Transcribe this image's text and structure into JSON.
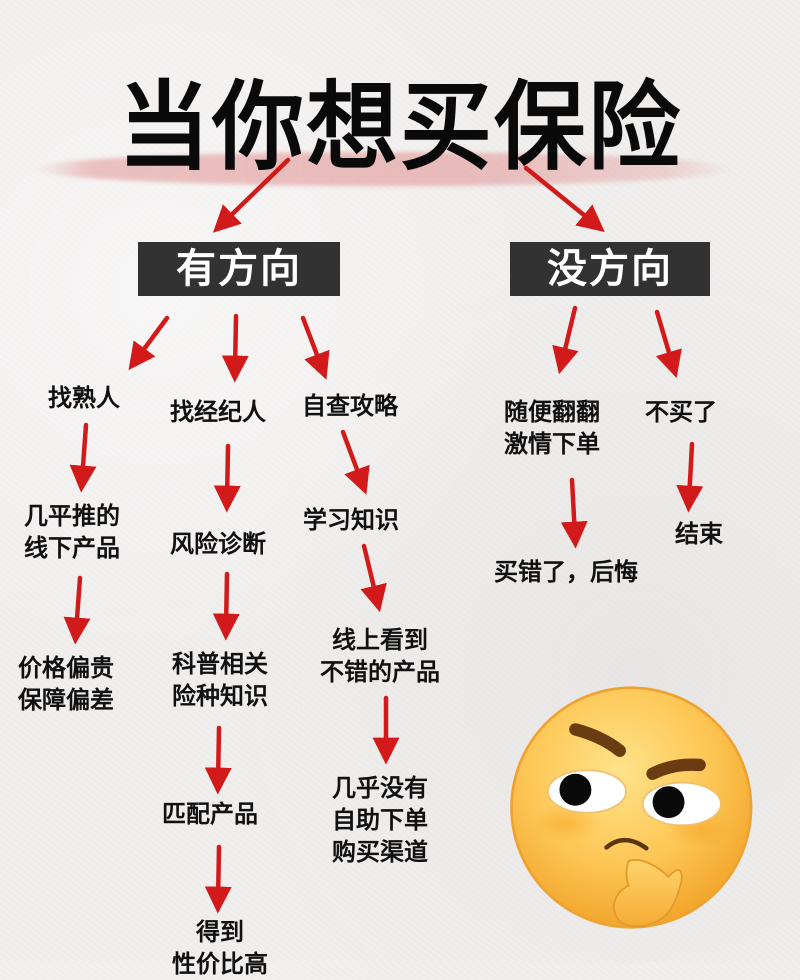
{
  "title": "当你想买保险",
  "colors": {
    "background": "#f1efee",
    "arrow": "#d31a1a",
    "box_fill": "#333232",
    "box_text": "#ffffff",
    "brush": "#e29696"
  },
  "branches": {
    "left": {
      "label": "有方向",
      "paths": [
        {
          "name": "找熟人",
          "steps": [
            "找熟人",
            "几平推的\n线下产品",
            "价格偏贵\n保障偏差"
          ]
        },
        {
          "name": "找经纪人",
          "steps": [
            "找经纪人",
            "风险诊断",
            "科普相关\n险种知识",
            "匹配产品",
            "得到\n性价比高"
          ]
        },
        {
          "name": "自查攻略",
          "steps": [
            "自查攻略",
            "学习知识",
            "线上看到\n不错的产品",
            "几乎没有\n自助下单\n购买渠道"
          ]
        }
      ]
    },
    "right": {
      "label": "没方向",
      "paths": [
        {
          "name": "随便翻翻",
          "steps": [
            "随便翻翻\n激情下单",
            "买错了，后悔"
          ]
        },
        {
          "name": "不买了",
          "steps": [
            "不买了",
            "结束"
          ]
        }
      ]
    }
  },
  "nodes": {
    "a1": "找熟人",
    "a2_l1": "几平推的",
    "a2_l2": "线下产品",
    "a3_l1": "价格偏贵",
    "a3_l2": "保障偏差",
    "b1": "找经纪人",
    "b2": "风险诊断",
    "b3_l1": "科普相关",
    "b3_l2": "险种知识",
    "b4": "匹配产品",
    "b5_l1": "得到",
    "b5_l2": "性价比高",
    "c1": "自查攻略",
    "c2": "学习知识",
    "c3_l1": "线上看到",
    "c3_l2": "不错的产品",
    "c4_l1": "几乎没有",
    "c4_l2": "自助下单",
    "c4_l3": "购买渠道",
    "d1_l1": "随便翻翻",
    "d1_l2": "激情下单",
    "d2": "买错了，后悔",
    "e1": "不买了",
    "e2": "结束"
  },
  "decorations": {
    "emoji": "thinking-face-emoji"
  }
}
